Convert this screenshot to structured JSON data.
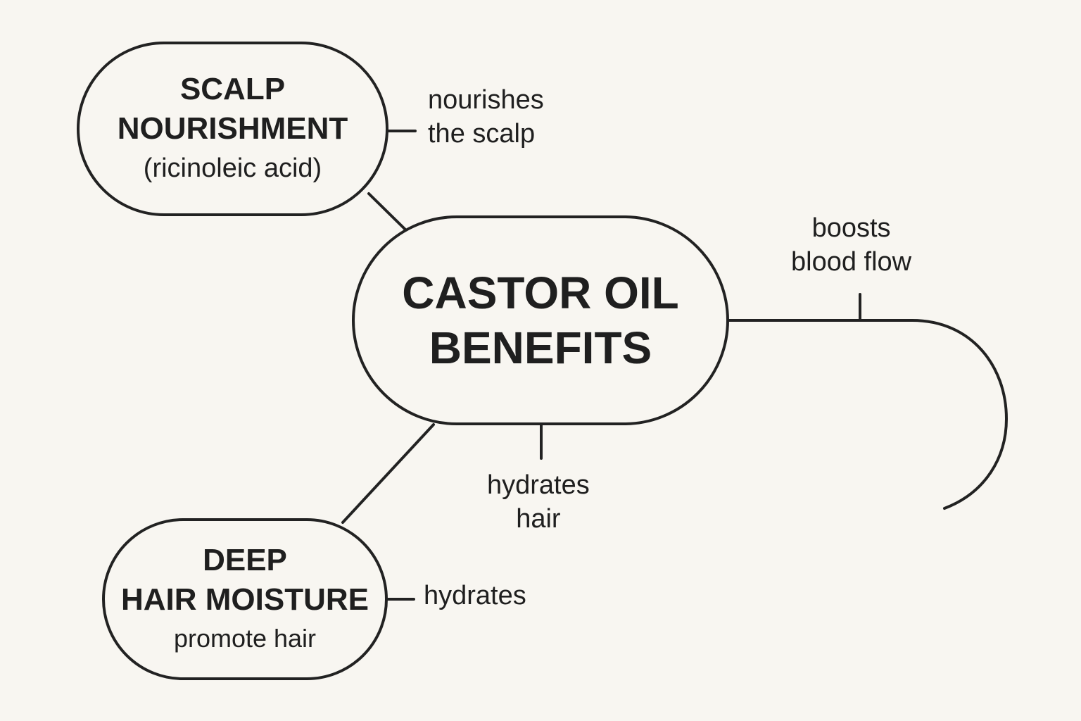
{
  "nodes": {
    "scalp": {
      "title_line1": "SCALP",
      "title_line2": "NOURISHMENT",
      "subtitle": "(ricinoleic acid)"
    },
    "center": {
      "line1": "CASTOR OIL",
      "line2": "BENEFITS"
    },
    "moisture": {
      "title_line1": "DEEP",
      "title_line2": "HAIR MOISTURE",
      "subtitle": "promote hair"
    }
  },
  "labels": {
    "nourishes": {
      "line1": "nourishes",
      "line2": "the scalp"
    },
    "boosts": {
      "line1": "boosts",
      "line2": "blood flow"
    },
    "hydrates_hair": {
      "line1": "hydrates",
      "line2": "hair"
    },
    "hydrates": {
      "line1": "hydrates"
    }
  },
  "colors": {
    "background": "#f8f6f1",
    "stroke": "#222222",
    "text": "#1f1f1f"
  }
}
